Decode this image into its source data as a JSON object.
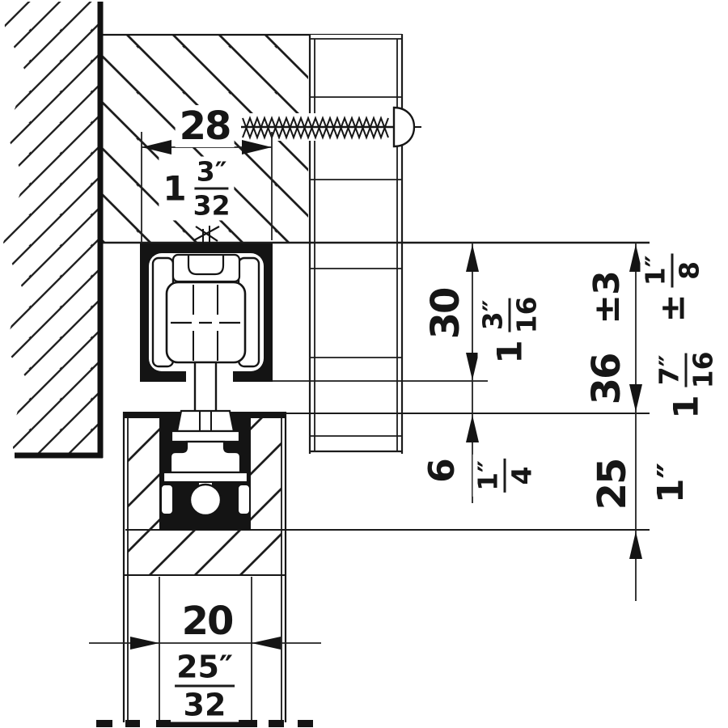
{
  "drawing": {
    "background": "#ffffff",
    "line_color": "#161616"
  },
  "dimensions": {
    "track_width": {
      "metric": "28",
      "whole": "1",
      "num": "3″",
      "den": "32"
    },
    "height_30": {
      "metric": "30",
      "whole": "1",
      "num": "3″",
      "den": "16"
    },
    "tolerance": {
      "metric": "±3",
      "whole": "±",
      "num": "1″",
      "den": "8"
    },
    "height_36": {
      "metric": "36",
      "whole": "1",
      "num": "7″",
      "den": "16"
    },
    "gap_6": {
      "metric": "6",
      "whole": "",
      "num": "1″",
      "den": "4"
    },
    "groove_depth": {
      "metric": "25",
      "imperial": "1″"
    },
    "groove_width": {
      "metric": "20",
      "whole": "",
      "num": "25″",
      "den": "32"
    }
  }
}
